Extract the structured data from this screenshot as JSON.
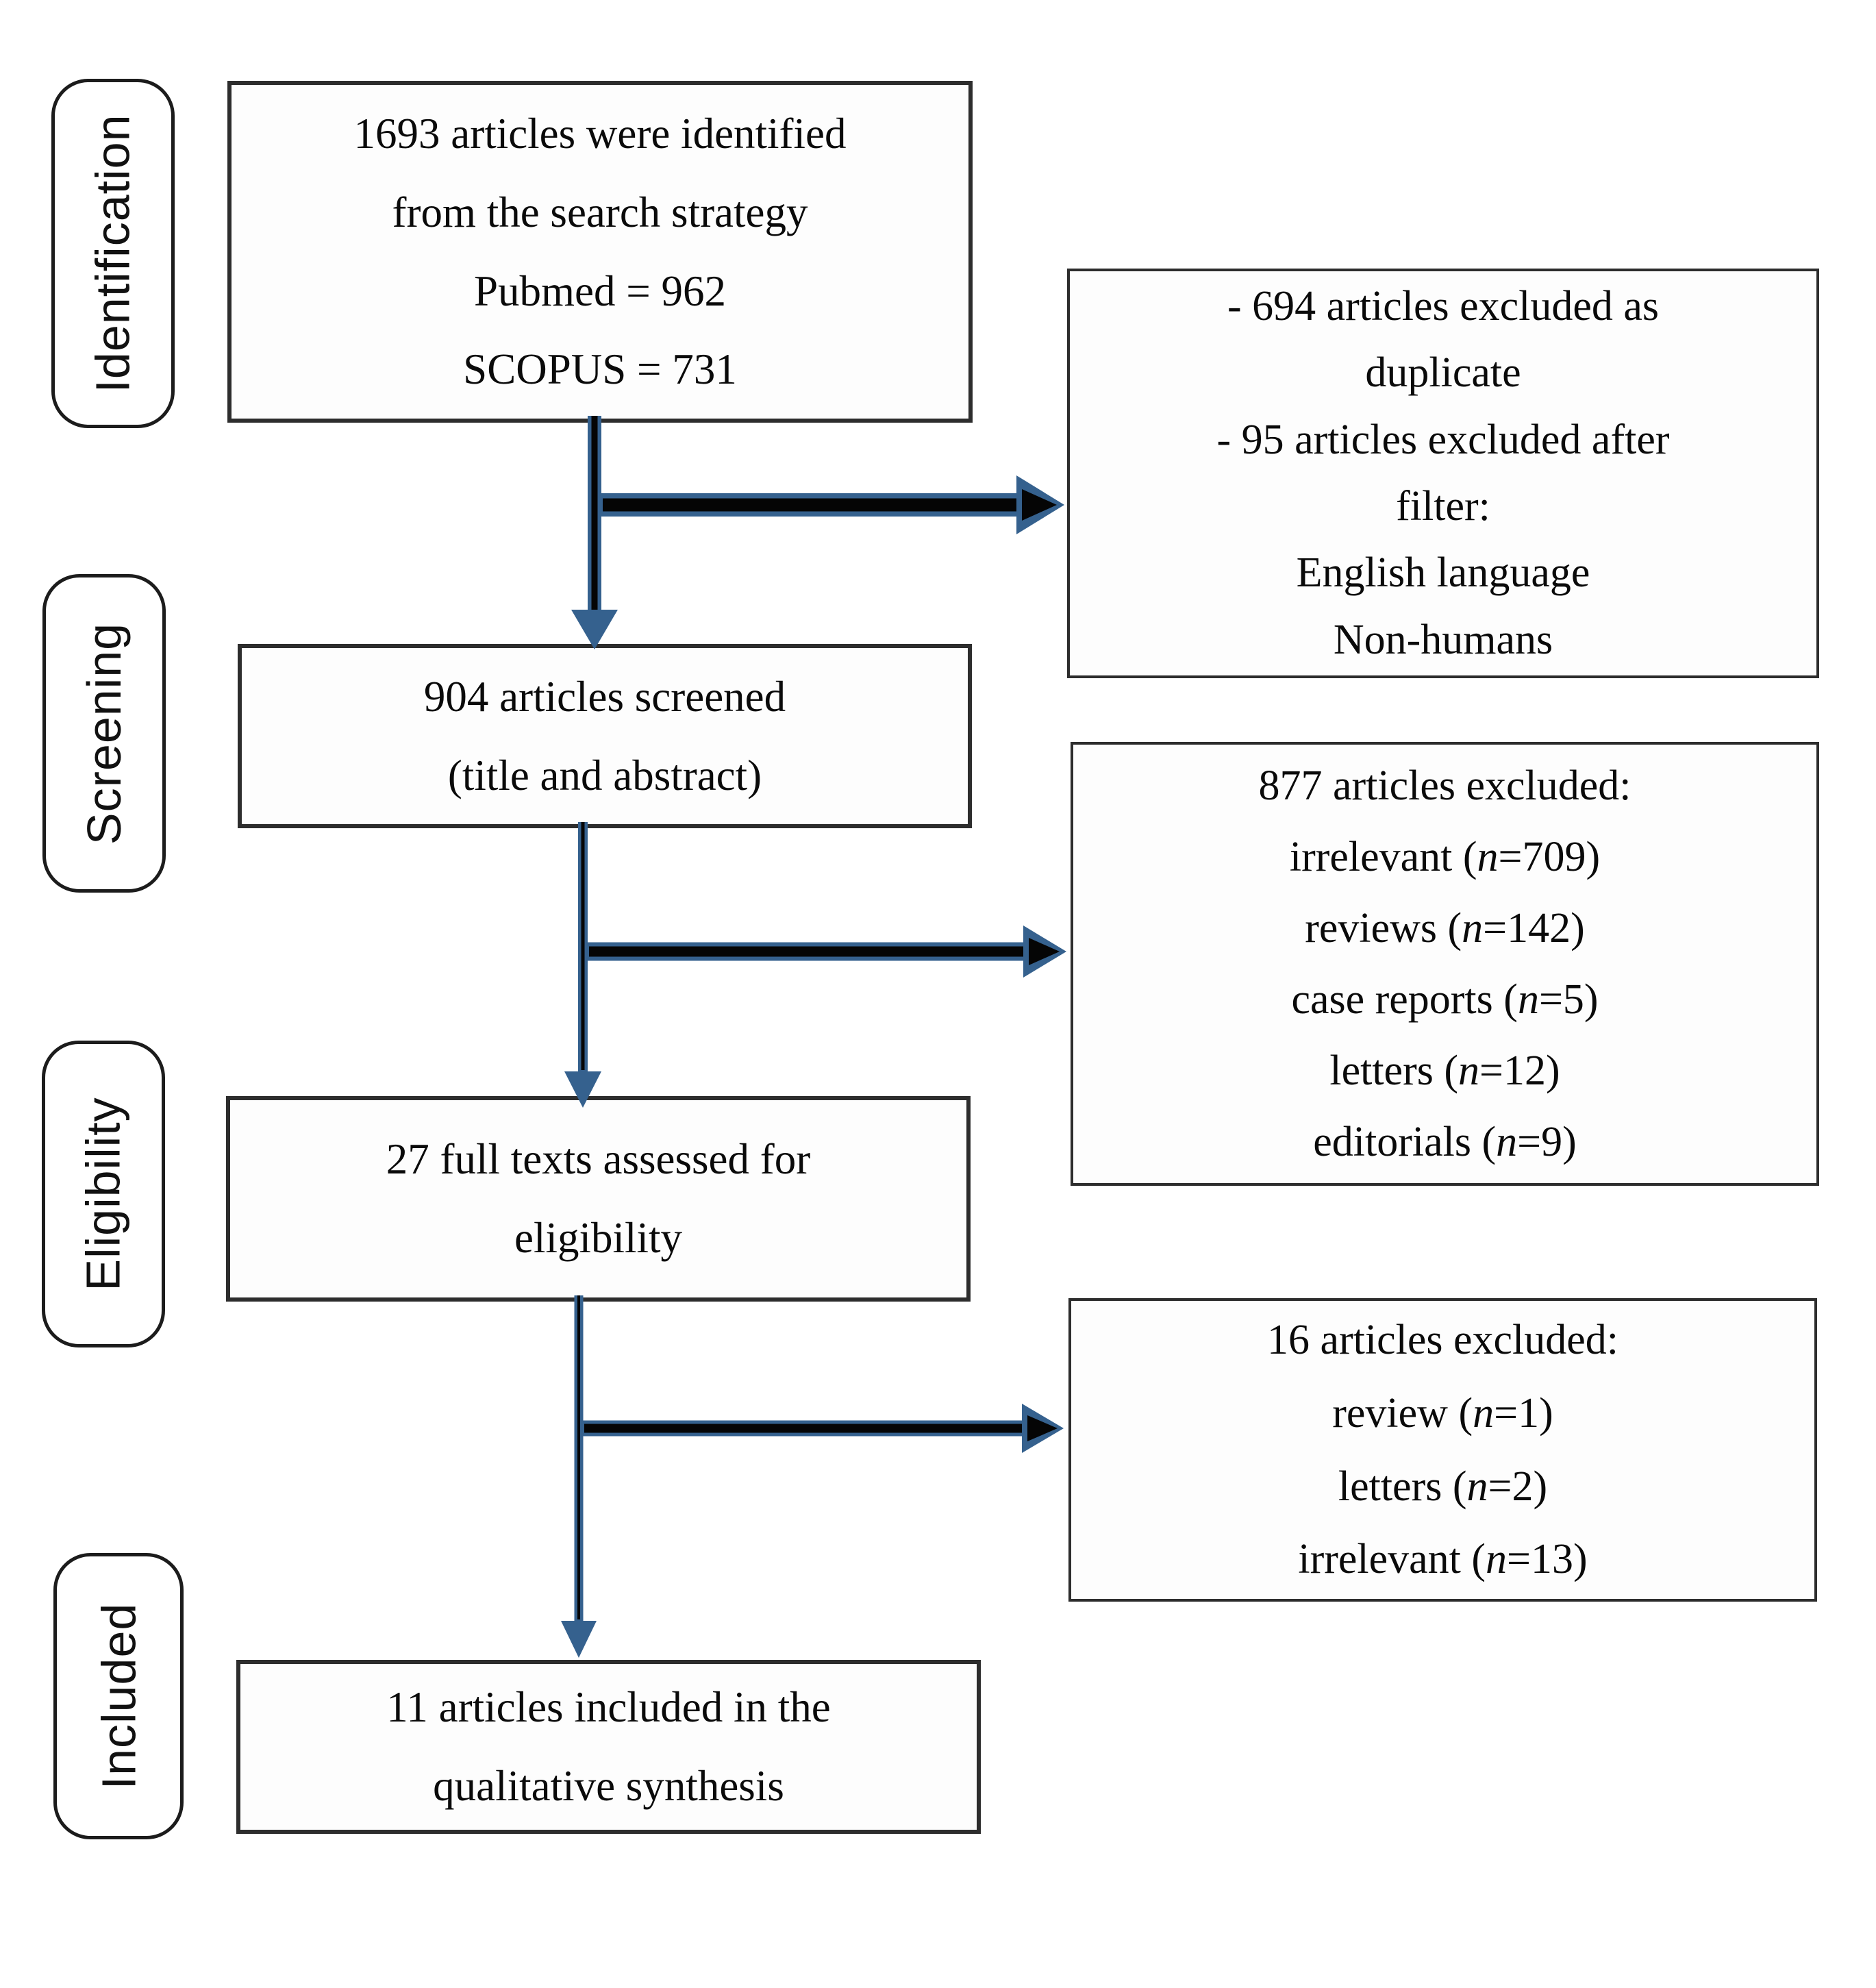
{
  "title": "PRISMA study selection flow diagram",
  "colors": {
    "arrow_blue": "#35618E",
    "box_border": "#2d2d2d",
    "label_border": "#1c1c1c",
    "background": "#ffffff",
    "text": "#0a0a0a"
  },
  "stage_labels": [
    {
      "label": "Identification"
    },
    {
      "label": "Screening"
    },
    {
      "label": "Eligibility"
    },
    {
      "label": "Included"
    }
  ],
  "flow_boxes": {
    "identified": {
      "lines": [
        "1693 articles were identified",
        "from the search strategy",
        "Pubmed = 962",
        "SCOPUS = 731"
      ]
    },
    "screened": {
      "lines": [
        "904 articles screened",
        "(title and abstract)"
      ]
    },
    "eligibility": {
      "lines": [
        "27 full texts assessed for",
        "eligibility"
      ]
    },
    "included": {
      "lines": [
        "11 articles included in the",
        "qualitative synthesis"
      ]
    }
  },
  "exclusion_boxes": {
    "after_dedup": {
      "lines": [
        "-  694 articles excluded as",
        "duplicate",
        "- 95 articles excluded after",
        "filter:",
        "English language",
        "Non-humans"
      ]
    },
    "after_screening": {
      "lines": [
        "877 articles excluded:",
        "irrelevant (n=709)",
        "reviews (n=142)",
        "case reports (n=5)",
        "letters (n=12)",
        "editorials (n=9)"
      ]
    },
    "after_fulltext": {
      "lines": [
        "16 articles excluded:",
        "review (n=1)",
        "letters (n=2)",
        "irrelevant (n=13)"
      ]
    }
  }
}
